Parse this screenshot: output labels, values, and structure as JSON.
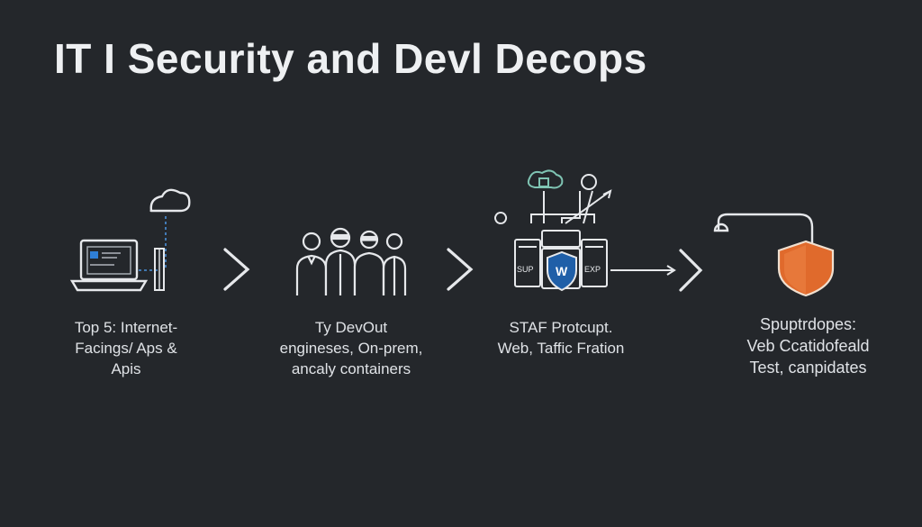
{
  "title": "IT I Security and Devl Decops",
  "steps": [
    {
      "lines": [
        "Top 5: Internet-",
        "Facings/ Aps &",
        "Apis"
      ],
      "icon": "laptop-cloud-icon"
    },
    {
      "lines": [
        "Ty DevOut",
        "engineses, On-prem,",
        "ancaly containers"
      ],
      "icon": "team-icon"
    },
    {
      "lines": [
        "STAF Protcupt.",
        "Web, Taffic Fration"
      ],
      "icon": "waf-server-icon",
      "server_labels": [
        "SUP",
        "W",
        "EXP"
      ]
    },
    {
      "lines": [
        "Spuptrdopes:",
        "Veb Ccatidofeald",
        "Test, canpidates"
      ],
      "icon": "shield-icon"
    }
  ],
  "colors": {
    "background": "#24272b",
    "text": "#e9ebee",
    "line": "#dfe2e6",
    "accent_blue": "#2f7fd6",
    "shield_orange": "#e06a2c"
  }
}
